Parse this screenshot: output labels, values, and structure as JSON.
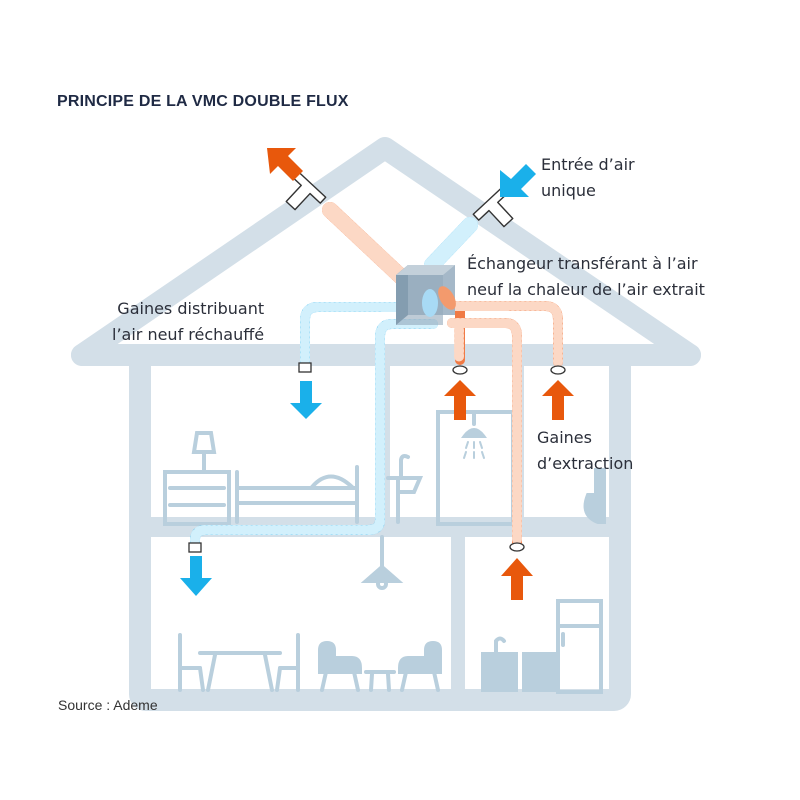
{
  "title": "PRINCIPE DE LA VMC DOUBLE FLUX",
  "labels": {
    "air_inlet": [
      "Entrée d’air",
      "unique"
    ],
    "exchanger": [
      "Échangeur transférant à l’air",
      "neuf la chaleur de l’air extrait"
    ],
    "supply_ducts": [
      "Gaines distribuant",
      "l’air neuf réchauffé"
    ],
    "extraction_ducts": [
      "Gaines",
      "d’extraction"
    ]
  },
  "source": "Source : Ademe",
  "colors": {
    "house": "#d3dfe8",
    "furniture": "#b9cfdd",
    "fresh_air": "#1ab0ea",
    "fresh_duct": "#55c0ef",
    "extracted_air": "#e8580c",
    "extract_duct": "#f07a45",
    "exchanger": "#9fb3c4",
    "text": "#2b2f3a",
    "title": "#1f2a44"
  },
  "icons": {
    "exhaust": "arrow-up-left-icon",
    "intake": "arrow-down-left-icon",
    "supply": "arrow-down-icon",
    "extract": "arrow-up-icon"
  }
}
